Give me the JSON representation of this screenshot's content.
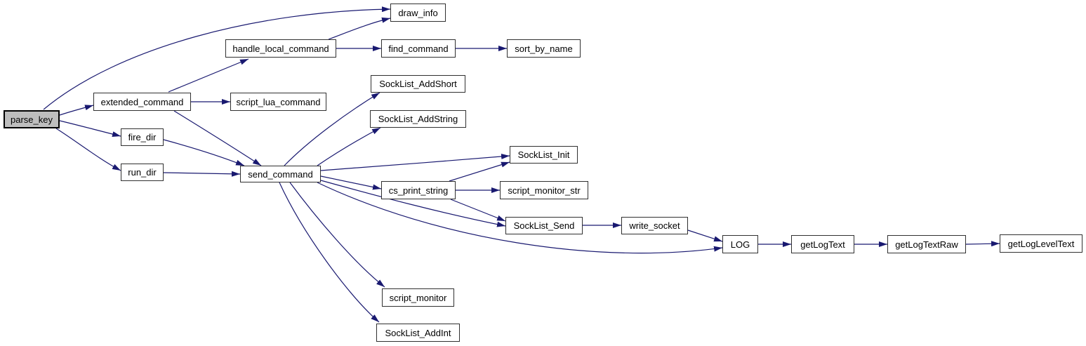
{
  "diagram": {
    "type": "call-graph",
    "edge_color": "#191970",
    "node_border_color": "#303030",
    "highlight_fill": "#bebebe",
    "nodes": {
      "parse_key": {
        "label": "parse_key",
        "highlighted": true
      },
      "draw_info": {
        "label": "draw_info"
      },
      "handle_local_command": {
        "label": "handle_local_command"
      },
      "find_command": {
        "label": "find_command"
      },
      "sort_by_name": {
        "label": "sort_by_name"
      },
      "extended_command": {
        "label": "extended_command"
      },
      "script_lua_command": {
        "label": "script_lua_command"
      },
      "SockList_AddShort": {
        "label": "SockList_AddShort"
      },
      "SockList_AddString": {
        "label": "SockList_AddString"
      },
      "fire_dir": {
        "label": "fire_dir"
      },
      "run_dir": {
        "label": "run_dir"
      },
      "send_command": {
        "label": "send_command"
      },
      "SockList_Init": {
        "label": "SockList_Init"
      },
      "cs_print_string": {
        "label": "cs_print_string"
      },
      "script_monitor_str": {
        "label": "script_monitor_str"
      },
      "SockList_Send": {
        "label": "SockList_Send"
      },
      "write_socket": {
        "label": "write_socket"
      },
      "LOG": {
        "label": "LOG"
      },
      "getLogText": {
        "label": "getLogText"
      },
      "getLogTextRaw": {
        "label": "getLogTextRaw"
      },
      "getLogLevelText": {
        "label": "getLogLevelText"
      },
      "script_monitor": {
        "label": "script_monitor"
      },
      "SockList_AddInt": {
        "label": "SockList_AddInt"
      }
    },
    "edges": [
      {
        "from": "parse_key",
        "to": "draw_info"
      },
      {
        "from": "parse_key",
        "to": "extended_command"
      },
      {
        "from": "parse_key",
        "to": "fire_dir"
      },
      {
        "from": "parse_key",
        "to": "run_dir"
      },
      {
        "from": "extended_command",
        "to": "handle_local_command"
      },
      {
        "from": "extended_command",
        "to": "script_lua_command"
      },
      {
        "from": "extended_command",
        "to": "send_command"
      },
      {
        "from": "handle_local_command",
        "to": "draw_info"
      },
      {
        "from": "handle_local_command",
        "to": "find_command"
      },
      {
        "from": "find_command",
        "to": "sort_by_name"
      },
      {
        "from": "fire_dir",
        "to": "send_command"
      },
      {
        "from": "run_dir",
        "to": "send_command"
      },
      {
        "from": "send_command",
        "to": "SockList_AddShort"
      },
      {
        "from": "send_command",
        "to": "SockList_AddString"
      },
      {
        "from": "send_command",
        "to": "SockList_Init"
      },
      {
        "from": "send_command",
        "to": "cs_print_string"
      },
      {
        "from": "send_command",
        "to": "SockList_Send"
      },
      {
        "from": "send_command",
        "to": "LOG"
      },
      {
        "from": "send_command",
        "to": "script_monitor"
      },
      {
        "from": "send_command",
        "to": "SockList_AddInt"
      },
      {
        "from": "cs_print_string",
        "to": "SockList_Init"
      },
      {
        "from": "cs_print_string",
        "to": "script_monitor_str"
      },
      {
        "from": "cs_print_string",
        "to": "SockList_Send"
      },
      {
        "from": "SockList_Send",
        "to": "write_socket"
      },
      {
        "from": "write_socket",
        "to": "LOG"
      },
      {
        "from": "LOG",
        "to": "getLogText"
      },
      {
        "from": "getLogText",
        "to": "getLogTextRaw"
      },
      {
        "from": "getLogTextRaw",
        "to": "getLogLevelText"
      }
    ]
  }
}
